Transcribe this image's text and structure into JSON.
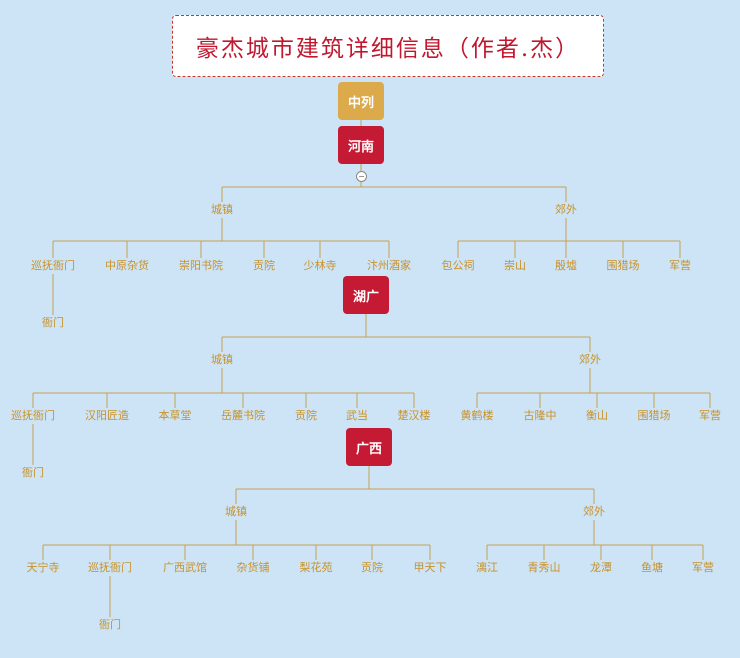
{
  "title": "豪杰城市建筑详细信息（作者.杰）",
  "root": "中列",
  "regions": [
    {
      "name": "河南",
      "categories": [
        {
          "name": "城镇",
          "items": [
            {
              "name": "巡抚衙门",
              "children": [
                "衙门"
              ]
            },
            {
              "name": "中原杂货"
            },
            {
              "name": "崇阳书院"
            },
            {
              "name": "贡院"
            },
            {
              "name": "少林寺"
            },
            {
              "name": "汴州酒家"
            }
          ]
        },
        {
          "name": "郊外",
          "items": [
            {
              "name": "包公祠"
            },
            {
              "name": "崇山"
            },
            {
              "name": "殷墟"
            },
            {
              "name": "围猎场"
            },
            {
              "name": "军营"
            }
          ]
        }
      ]
    },
    {
      "name": "湖广",
      "categories": [
        {
          "name": "城镇",
          "items": [
            {
              "name": "巡抚衙门",
              "children": [
                "衙门"
              ]
            },
            {
              "name": "汉阳匠造"
            },
            {
              "name": "本草堂"
            },
            {
              "name": "岳麓书院"
            },
            {
              "name": "贡院"
            },
            {
              "name": "武当"
            },
            {
              "name": "楚汉楼"
            }
          ]
        },
        {
          "name": "郊外",
          "items": [
            {
              "name": "黄鹤楼"
            },
            {
              "name": "古隆中"
            },
            {
              "name": "衡山"
            },
            {
              "name": "围猎场"
            },
            {
              "name": "军营"
            }
          ]
        }
      ]
    },
    {
      "name": "广西",
      "categories": [
        {
          "name": "城镇",
          "items": [
            {
              "name": "天宁寺"
            },
            {
              "name": "巡抚衙门",
              "children": [
                "衙门"
              ]
            },
            {
              "name": "广西武馆"
            },
            {
              "name": "杂货铺"
            },
            {
              "name": "梨花苑"
            },
            {
              "name": "贡院"
            },
            {
              "name": "甲天下"
            }
          ]
        },
        {
          "name": "郊外",
          "items": [
            {
              "name": "漓江"
            },
            {
              "name": "青秀山"
            },
            {
              "name": "龙潭"
            },
            {
              "name": "鱼塘"
            },
            {
              "name": "军营"
            }
          ]
        }
      ]
    }
  ],
  "colors": {
    "background": "#cde4f7",
    "root": "#dcaa4b",
    "region": "#c41a33",
    "text": "#c89128",
    "line": "#c8a050",
    "title": "#c0182f"
  }
}
